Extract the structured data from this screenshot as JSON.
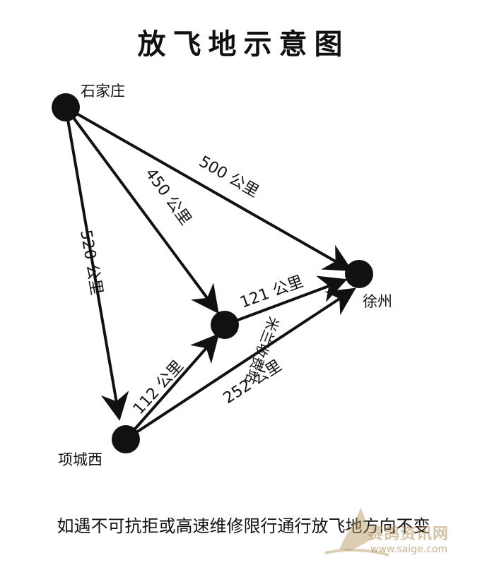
{
  "title": "放飞地示意图",
  "nodes": {
    "shijiazhuang": "石家庄",
    "xuzhou": "徐州",
    "xiangchengxi": "项城西",
    "station": "米兰收费站"
  },
  "edges": {
    "sjz_xz": "500 公里",
    "sjz_station": "450 公里",
    "sjz_xcx": "520 公里",
    "station_xz": "121 公里",
    "xcx_station": "112 公里",
    "xcx_xz": "252 公里"
  },
  "footer": "如遇不可抗拒或高速维修限行通行放飞地方向不变",
  "watermark": {
    "name": "赛鸽资讯网",
    "url": "www.saige.com"
  }
}
